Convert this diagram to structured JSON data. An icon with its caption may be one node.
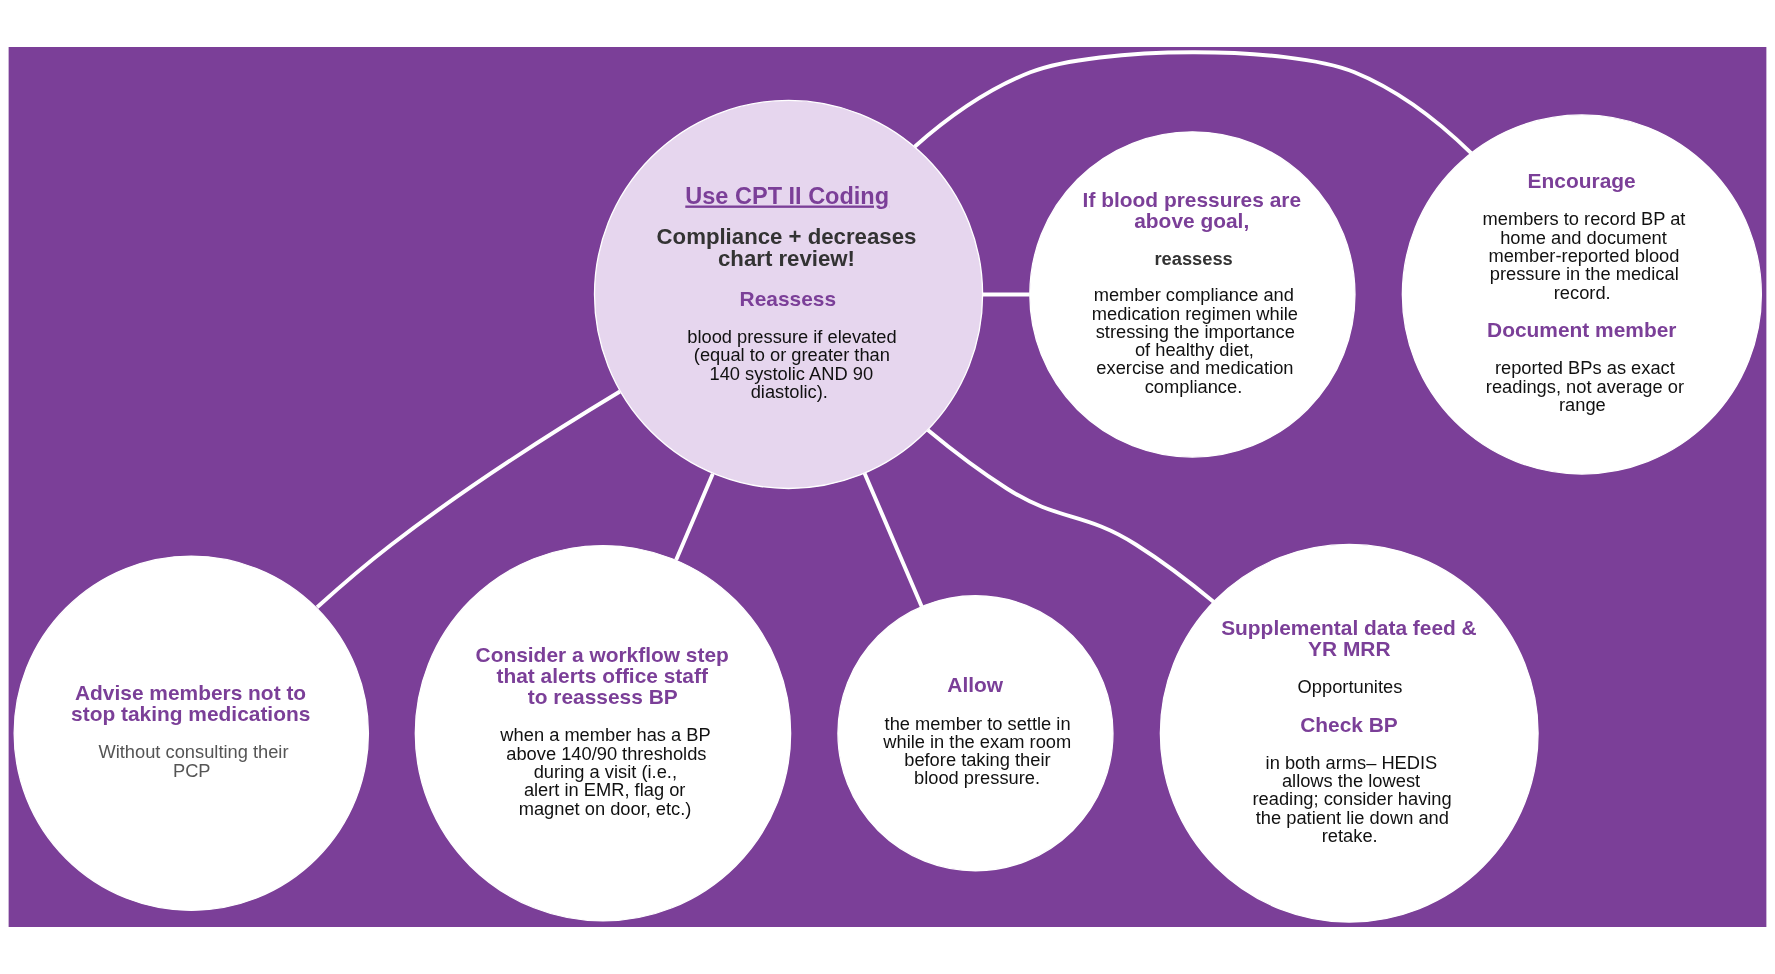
{
  "diagram": {
    "nodes": [
      {
        "text": [
          "Use CPT II Coding",
          "Compliance + decreases chart review!",
          "Reassess",
          "blood pressure if elevated (equal to or greater than 140 systolic AND 90 diastolic)."
        ]
      },
      {
        "text": [
          "Encourage",
          "members to record BP at home and document member-reported blood pressure in the medical record.",
          "Document member",
          "reported BPs as exact readings, not average or range"
        ]
      },
      {
        "text": [
          "If blood pressures are above goal,",
          "reassess",
          "member compliance and medication regimen while stressing the importance of healthy diet, exercise and medication compliance."
        ]
      },
      {
        "text": [
          "Advise members not to stop taking medications",
          "Without consulting their PCP"
        ]
      },
      {
        "text": [
          "Consider a workflow step that alerts office staff to reassess BP",
          "when a member has a BP above 140/90 thresholds during a visit (i.e., alert in EMR, flag or magnet on door, etc.)"
        ]
      },
      {
        "text": [
          "Allow",
          "the member to settle in while in the exam room before taking their blood pressure."
        ]
      },
      {
        "text": [
          "Supplemental data feed & YR MRR",
          "Opportunites",
          "Check BP",
          "in both arms– HEDIS allows the lowest reading; consider having the patient lie down and retake."
        ]
      }
    ],
    "edges": [
      {
        "from": 0,
        "to": 1,
        "arrow": "none"
      },
      {
        "from": 0,
        "to": 2,
        "arrow": "none"
      },
      {
        "from": 0,
        "to": 3,
        "arrow": "none"
      },
      {
        "from": 0,
        "to": 4,
        "arrow": "none"
      },
      {
        "from": 0,
        "to": 5,
        "arrow": "none"
      },
      {
        "from": 0,
        "to": 6,
        "arrow": "none"
      }
    ]
  }
}
